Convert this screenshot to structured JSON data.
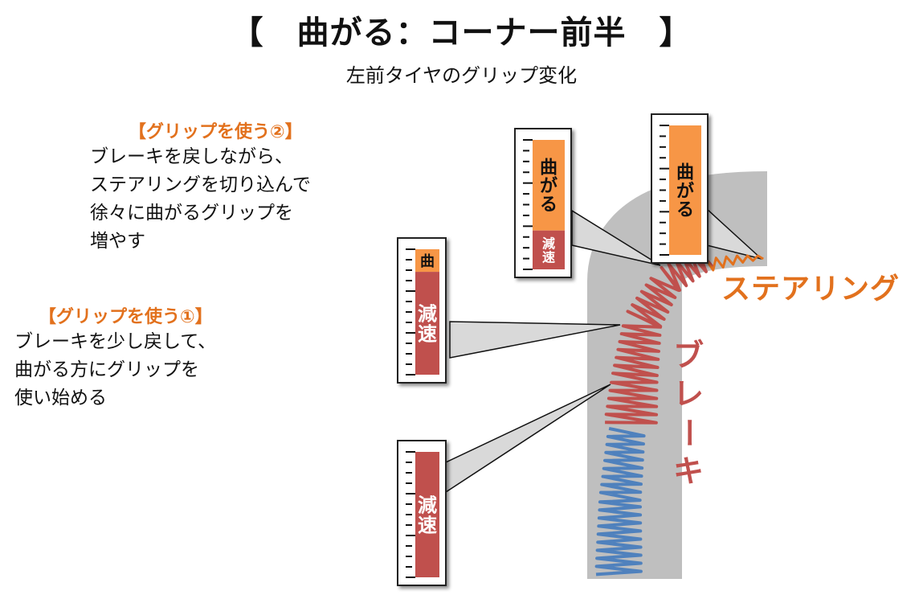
{
  "header": {
    "title": "【　曲がる：コーナー前半　】",
    "subtitle": "左前タイヤのグリップ変化"
  },
  "grip2": {
    "heading": "【グリップを使う②】",
    "body": "ブレーキを戻しながら、\nステアリングを切り込んで\n徐々に曲がるグリップを\n増やす"
  },
  "grip1": {
    "heading": "【グリップを使う①】",
    "body": "ブレーキを少し戻して、\n曲がる方にグリップを\n使い始める"
  },
  "labels": {
    "steering": "ステアリング",
    "brake": "ブレーキ"
  },
  "gauges": [
    {
      "name": "gauge-brake-only",
      "turn_text": "",
      "decel_text": "減速",
      "turn_fraction": 0.0,
      "decel_fraction": 1.0
    },
    {
      "name": "gauge-grip-1",
      "turn_text": "曲",
      "decel_text": "減速",
      "turn_fraction": 0.18,
      "decel_fraction": 0.82
    },
    {
      "name": "gauge-grip-2",
      "turn_text": "曲がる",
      "decel_text": "減速",
      "turn_fraction": 0.7,
      "decel_fraction": 0.3
    },
    {
      "name": "gauge-turn-only",
      "turn_text": "曲がる",
      "decel_text": "",
      "turn_fraction": 1.0,
      "decel_fraction": 0.0
    }
  ],
  "colors": {
    "accent_orange": "#e2711d",
    "turn_fill": "#f79646",
    "decel_fill": "#c0504d",
    "road": "#bfbfbf",
    "brake_spring": "#c0504d",
    "straight_spring": "#4f81bd"
  }
}
